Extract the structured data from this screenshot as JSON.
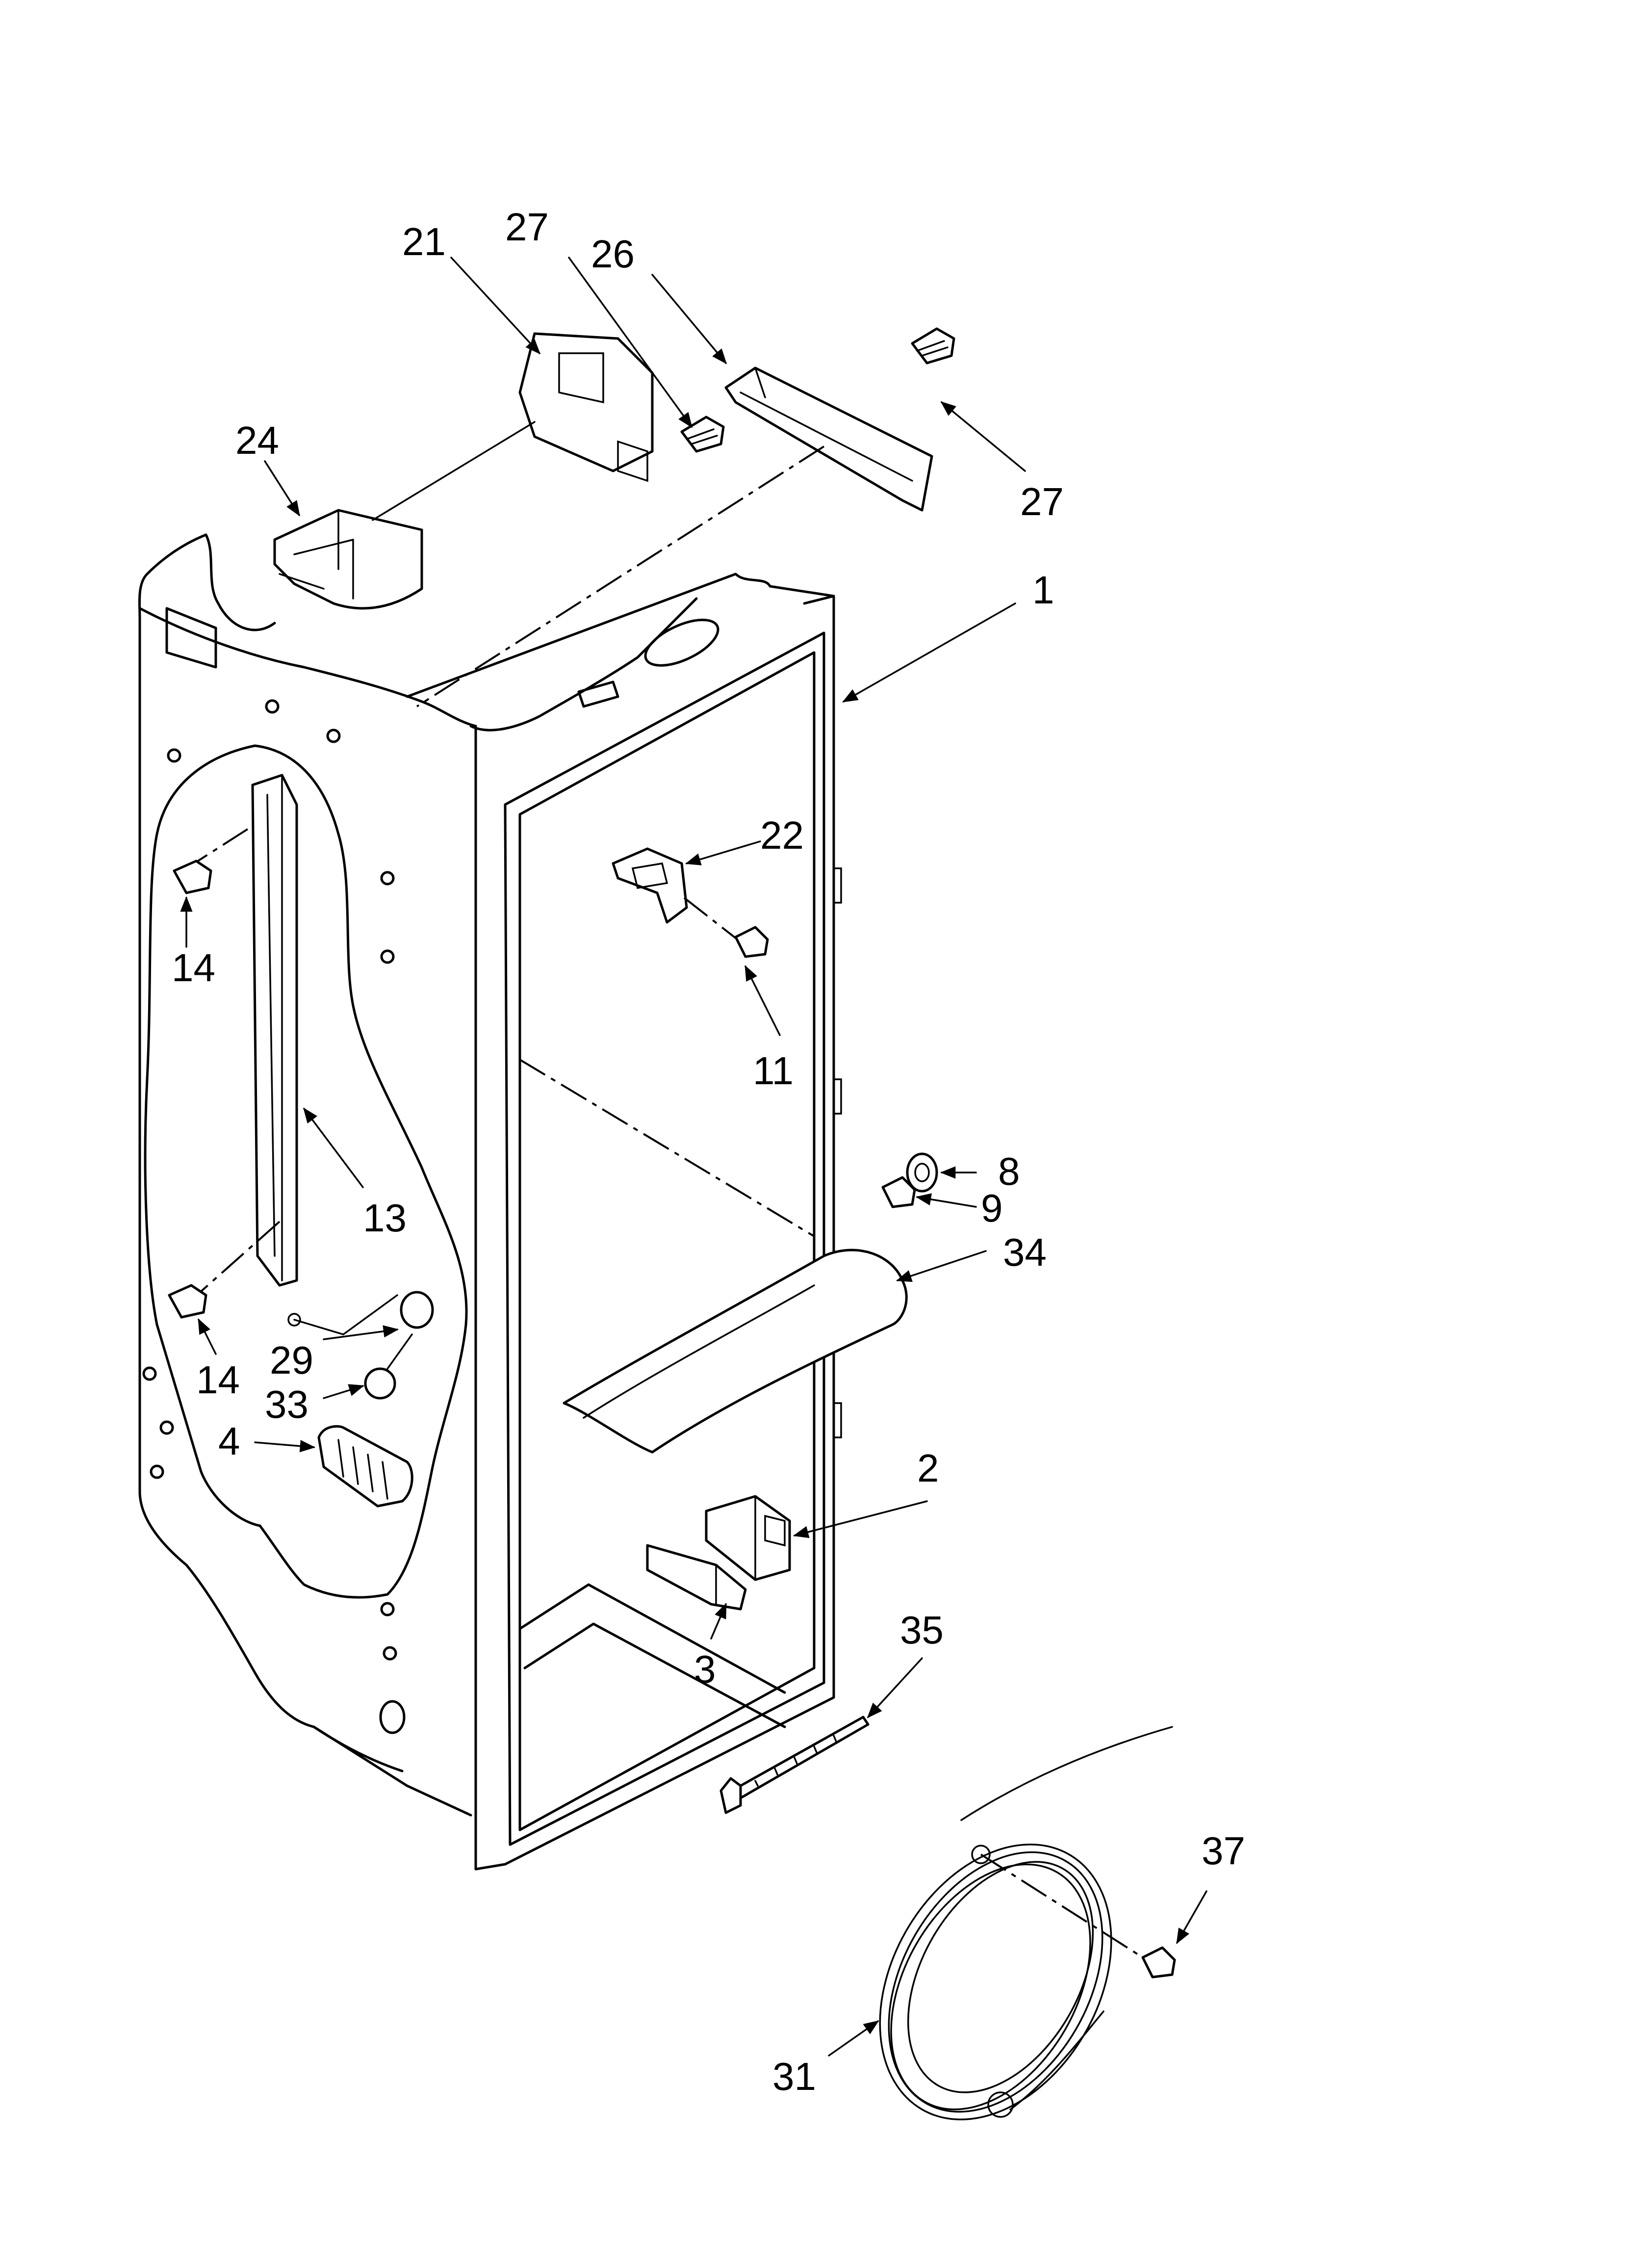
{
  "callouts": [
    {
      "id": "21",
      "text": "21"
    },
    {
      "id": "27a",
      "text": "27"
    },
    {
      "id": "26",
      "text": "26"
    },
    {
      "id": "27b",
      "text": "27"
    },
    {
      "id": "24",
      "text": "24"
    },
    {
      "id": "1",
      "text": "1"
    },
    {
      "id": "22",
      "text": "22"
    },
    {
      "id": "14a",
      "text": "14"
    },
    {
      "id": "11",
      "text": "11"
    },
    {
      "id": "13",
      "text": "13"
    },
    {
      "id": "8",
      "text": "8"
    },
    {
      "id": "9",
      "text": "9"
    },
    {
      "id": "34",
      "text": "34"
    },
    {
      "id": "14b",
      "text": "14"
    },
    {
      "id": "29",
      "text": "29"
    },
    {
      "id": "33",
      "text": "33"
    },
    {
      "id": "4",
      "text": "4"
    },
    {
      "id": "2",
      "text": "2"
    },
    {
      "id": "35",
      "text": "35"
    },
    {
      "id": "3",
      "text": "3"
    },
    {
      "id": "37",
      "text": "37"
    },
    {
      "id": "31",
      "text": "31"
    }
  ]
}
